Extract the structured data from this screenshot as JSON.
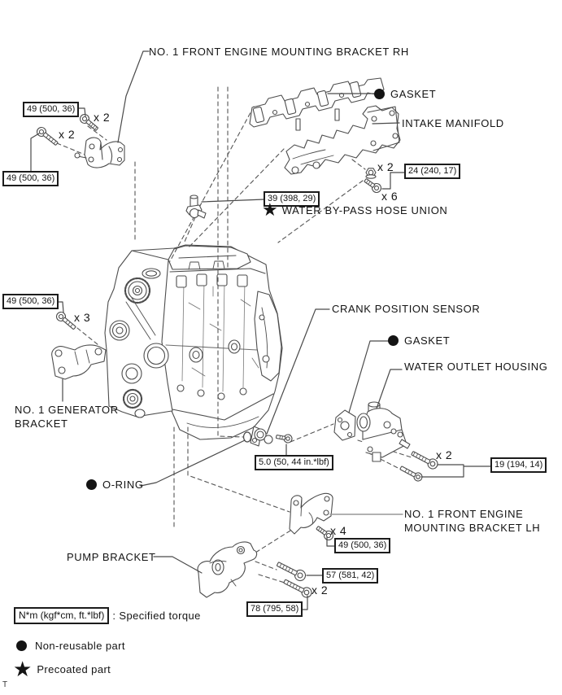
{
  "page": {
    "background": "#ffffff",
    "corner_mark": "T"
  },
  "labels": {
    "rh_bracket": "NO. 1 FRONT ENGINE MOUNTING BRACKET RH",
    "gasket_intake": "GASKET",
    "intake_manifold": "INTAKE MANIFOLD",
    "water_bypass_union": "WATER BY-PASS HOSE UNION",
    "crank_sensor": "CRANK POSITION SENSOR",
    "gasket_water_outlet": "GASKET",
    "water_outlet_housing": "WATER OUTLET HOUSING",
    "generator_bracket_line1": "NO. 1 GENERATOR",
    "generator_bracket_line2": "BRACKET",
    "o_ring": "O-RING",
    "lh_bracket_line1": "NO. 1 FRONT ENGINE",
    "lh_bracket_line2": "MOUNTING BRACKET LH",
    "pump_bracket": "PUMP BRACKET"
  },
  "torque_specs": {
    "rh_upper": "49 (500, 36)",
    "rh_lower": "49 (500, 36)",
    "manifold_nut": "24 (240, 17)",
    "bypass_union": "39 (398, 29)",
    "generator": "49 (500, 36)",
    "crank_sensor_bolt": "5.0 (50, 44 in.*lbf)",
    "water_outlet": "19 (194, 14)",
    "lh_bracket": "49 (500, 36)",
    "pump_upper": "57 (581, 42)",
    "pump_lower": "78 (795, 58)"
  },
  "quantities": {
    "rh_upper": "x 2",
    "rh_lower": "x 2",
    "manifold_nut": "x 2",
    "manifold_bolt": "x 6",
    "generator": "x 3",
    "water_outlet": "x 2",
    "lh_bracket": "x 4",
    "pump_lower": "x 2"
  },
  "legend": {
    "torque_box": "N*m (kgf*cm, ft.*lbf)",
    "torque_desc": ": Specified torque",
    "non_reusable": "Non-reusable part",
    "precoated": "Precoated part"
  },
  "colors": {
    "line": "#4a4a4a",
    "text": "#141414",
    "background": "#ffffff"
  }
}
